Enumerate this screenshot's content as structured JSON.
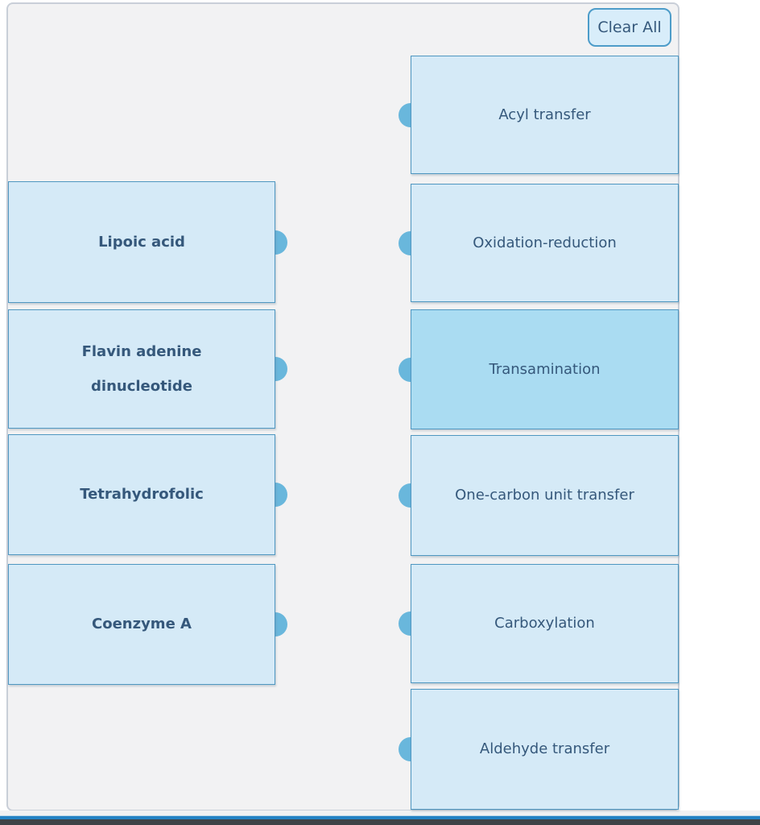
{
  "panel": {
    "clear_all_label": "Clear All"
  },
  "left_items": [
    {
      "label": "Lipoic acid"
    },
    {
      "label": "Flavin adenine dinucleotide"
    },
    {
      "label": "Tetrahydrofolic"
    },
    {
      "label": "Coenzyme A"
    }
  ],
  "right_items": [
    {
      "label": "Acyl transfer",
      "selected": false
    },
    {
      "label": "Oxidation-reduction",
      "selected": false
    },
    {
      "label": "Transamination",
      "selected": true
    },
    {
      "label": "One-carbon unit transfer",
      "selected": false
    },
    {
      "label": "Carboxylation",
      "selected": false
    },
    {
      "label": "Aldehyde transfer",
      "selected": false
    }
  ],
  "colors": {
    "box_fill": "#d5eaf7",
    "box_fill_selected": "#aadcf2",
    "box_border": "#4f97c1",
    "dot": "#69b7dc",
    "text": "#35587b",
    "panel_bg": "#f2f2f3",
    "footer_blue": "#2382c4",
    "footer_dark": "#3f4347"
  }
}
